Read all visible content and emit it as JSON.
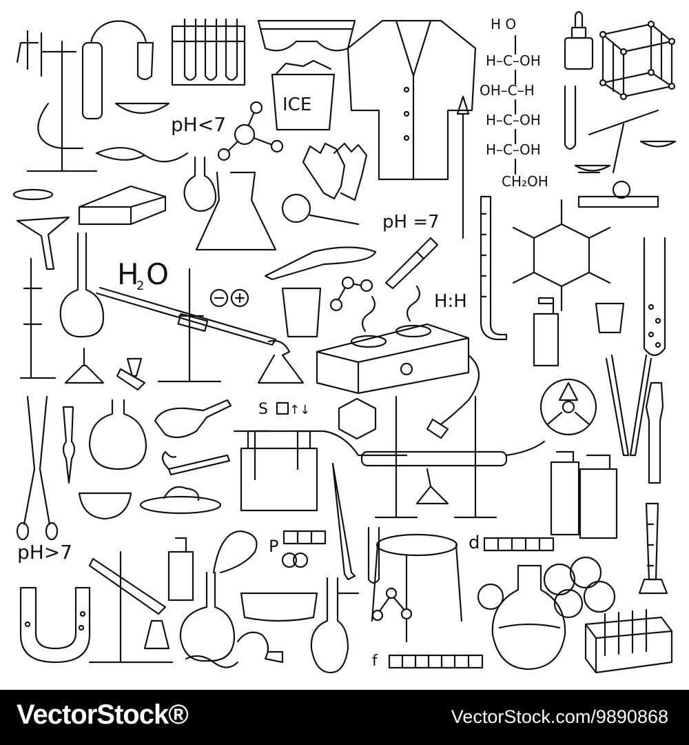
{
  "illustration": {
    "labels": {
      "ph_acid": "pH<7",
      "ph_neutral": "pH =7",
      "ph_base": "pH>7",
      "ice": "ICE",
      "h2o_h": "H",
      "h2o_2": "2",
      "h2o_o": "O",
      "hh": "H:H",
      "ions": "– +",
      "s_symbol": "S",
      "p_symbol": "P",
      "d_symbol": "d",
      "f_symbol": "f",
      "hh_atom": "H"
    },
    "glucose": {
      "top": "H    O",
      "rows": [
        "H–C–OH",
        "OH–C–H",
        "H–C–OH",
        "H–C–OH",
        "CH₂OH"
      ]
    }
  },
  "footer": {
    "logo": "VectorStock®",
    "id_text": "VectorStock.com/9890868"
  }
}
